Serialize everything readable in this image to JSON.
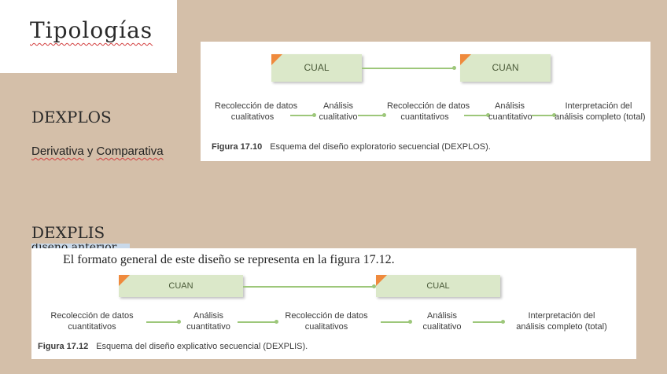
{
  "slide": {
    "title": "Tipologías",
    "dexplos_label": "DEXPLOS",
    "dexplos_subtitle_1": "Derivativa",
    "dexplos_subtitle_sep": " y ",
    "dexplos_subtitle_2": "Comparativa",
    "dexplis_label": "DEXPLIS"
  },
  "figure1": {
    "phase_left": "CUAL",
    "phase_right": "CUAN",
    "steps": [
      {
        "line1": "Recolección de datos",
        "line2": "cualitativos"
      },
      {
        "line1": "Análisis",
        "line2": "cualitativo"
      },
      {
        "line1": "Recolección de datos",
        "line2": "cuantitativos"
      },
      {
        "line1": "Análisis",
        "line2": "cuantitativo"
      },
      {
        "line1": "Interpretación del",
        "line2": "análisis completo (total)"
      }
    ],
    "caption_label": "Figura 17.10",
    "caption_text": "Esquema del diseño exploratorio secuencial (DEXPLOS)."
  },
  "figure2": {
    "cut_text": "diseño anterior.",
    "intro": "El formato general de este diseño se representa en la figura 17.12.",
    "phase_left": "CUAN",
    "phase_right": "CUAL",
    "steps": [
      {
        "line1": "Recolección de datos",
        "line2": "cuantitativos"
      },
      {
        "line1": "Análisis",
        "line2": "cuantitativo"
      },
      {
        "line1": "Recolección de datos",
        "line2": "cualitativos"
      },
      {
        "line1": "Análisis",
        "line2": "cualitativo"
      },
      {
        "line1": "Interpretación del",
        "line2": "análisis completo (total)"
      }
    ],
    "caption_label": "Figura 17.12",
    "caption_text": "Esquema del diseño explicativo secuencial (DEXPLIS)."
  },
  "colors": {
    "background": "#d4bfa9",
    "phase_fill": "#dbe8c9",
    "accent_orange": "#ef8a3d",
    "connector_green": "#9dc77a",
    "spellcheck_red": "#d23c3c"
  }
}
